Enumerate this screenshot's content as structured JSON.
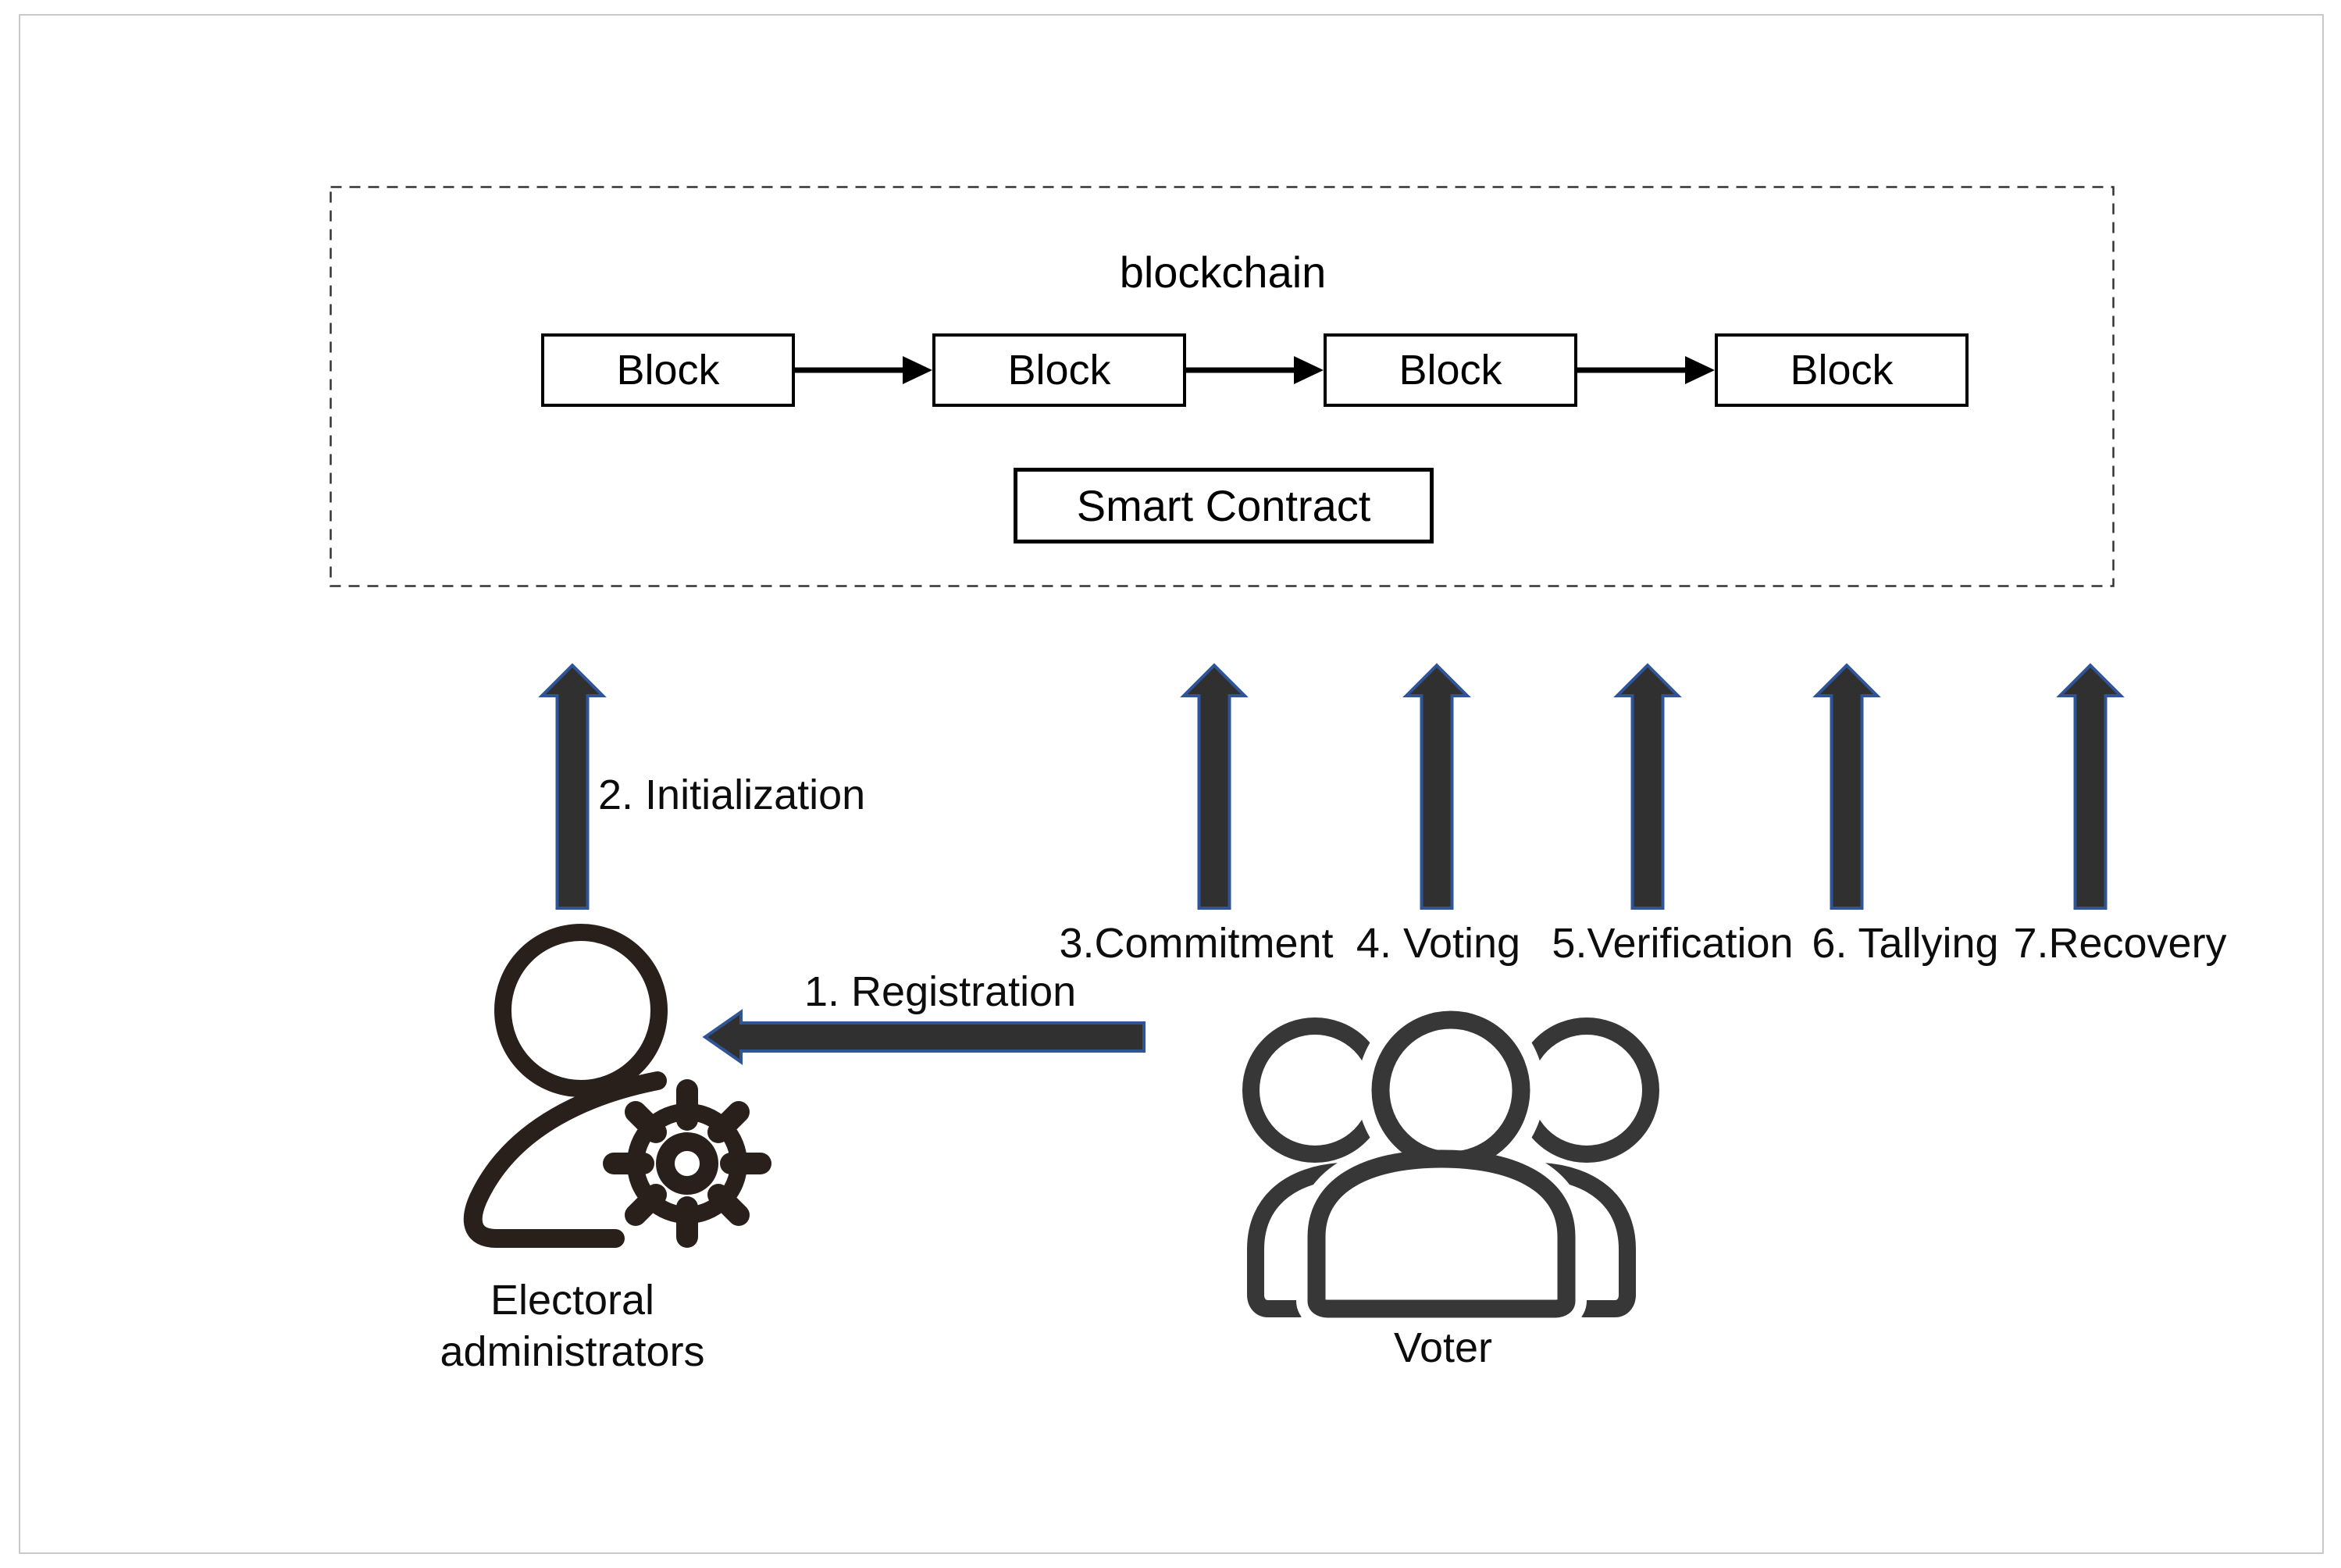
{
  "figure": {
    "title": "blockchain",
    "blocks": [
      "Block",
      "Block",
      "Block",
      "Block"
    ],
    "smart_contract": "Smart Contract",
    "labels": {
      "registration": "1. Registration",
      "initialization": "2. Initialization",
      "commitment": "3.Commitment",
      "voting": "4. Voting",
      "verification": "5.Verification",
      "tallying": "6. Tallying",
      "recovery": "7.Recovery"
    },
    "actors": {
      "electoral_admin_line1": "Electoral",
      "electoral_admin_line2": "administrators",
      "voter": "Voter"
    }
  },
  "colors": {
    "fat_arrow_fill": "#303030",
    "fat_arrow_stroke": "#2f5597",
    "connector_black": "#000000",
    "dashed_border": "#333333",
    "admin_icon": "#2a201b",
    "voter_icon": "#373737",
    "frame_gray": "#c9c9c9"
  }
}
